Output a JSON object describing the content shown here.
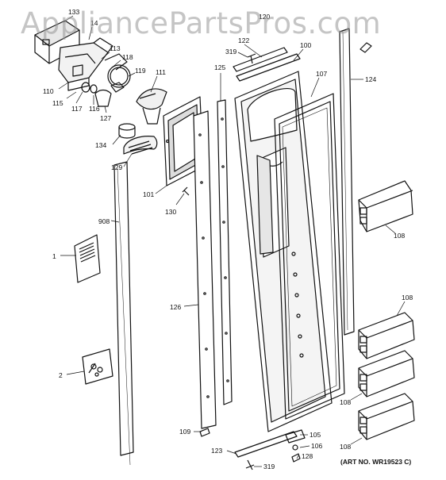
{
  "watermark": "AppliancePartsPros.com",
  "art_number": "(ART NO. WR19523 C)",
  "callouts": [
    {
      "id": "133",
      "label": "133"
    },
    {
      "id": "14",
      "label": "14"
    },
    {
      "id": "113",
      "label": "113"
    },
    {
      "id": "118",
      "label": "118"
    },
    {
      "id": "119",
      "label": "119"
    },
    {
      "id": "110",
      "label": "110"
    },
    {
      "id": "115",
      "label": "115"
    },
    {
      "id": "117",
      "label": "117"
    },
    {
      "id": "116",
      "label": "116"
    },
    {
      "id": "127",
      "label": "127"
    },
    {
      "id": "111",
      "label": "111"
    },
    {
      "id": "134",
      "label": "134"
    },
    {
      "id": "129",
      "label": "129"
    },
    {
      "id": "101",
      "label": "101"
    },
    {
      "id": "130",
      "label": "130"
    },
    {
      "id": "908",
      "label": "908"
    },
    {
      "id": "1",
      "label": "1"
    },
    {
      "id": "2",
      "label": "2"
    },
    {
      "id": "126",
      "label": "126"
    },
    {
      "id": "109",
      "label": "109"
    },
    {
      "id": "125",
      "label": "125"
    },
    {
      "id": "319a",
      "label": "319"
    },
    {
      "id": "122",
      "label": "122"
    },
    {
      "id": "120",
      "label": "120"
    },
    {
      "id": "100",
      "label": "100"
    },
    {
      "id": "107",
      "label": "107"
    },
    {
      "id": "124",
      "label": "124"
    },
    {
      "id": "108a",
      "label": "108"
    },
    {
      "id": "108b",
      "label": "108"
    },
    {
      "id": "108c",
      "label": "108"
    },
    {
      "id": "108d",
      "label": "108"
    },
    {
      "id": "105",
      "label": "105"
    },
    {
      "id": "106",
      "label": "106"
    },
    {
      "id": "128",
      "label": "128"
    },
    {
      "id": "123",
      "label": "123"
    },
    {
      "id": "319b",
      "label": "319"
    }
  ]
}
